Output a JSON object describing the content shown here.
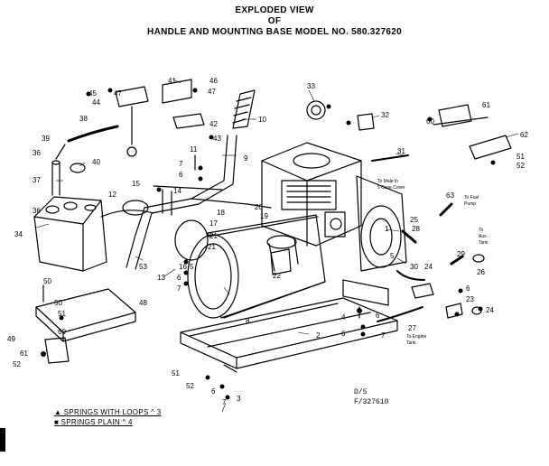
{
  "header": {
    "line1": "EXPLODED VIEW",
    "line2": "OF",
    "line3": "HANDLE AND MOUNTING BASE     MODEL NO. 580.327620"
  },
  "callouts": {
    "c1": "1",
    "c2": "2",
    "c3": "3",
    "c4": "4",
    "c5": "5",
    "c6": "6",
    "c7": "7",
    "c8": "8",
    "c9": "9",
    "c10": "10",
    "c11": "11",
    "c12": "12",
    "c13": "13",
    "c14": "14",
    "c15": "15",
    "c16": "16",
    "c17": "17",
    "c18": "18",
    "c19": "19",
    "c20": "20",
    "c21": "21",
    "c22": "22",
    "c23": "23",
    "c24": "24",
    "c25": "25",
    "c26": "26",
    "c27": "27",
    "c28": "28",
    "c29": "29",
    "c30": "30",
    "c31": "31",
    "c32": "32",
    "c33": "33",
    "c34": "34",
    "c36": "36",
    "c37": "37",
    "c38": "38",
    "c39": "39",
    "c40": "40",
    "c41": "41",
    "c42": "42",
    "c43": "43",
    "c44": "44",
    "c45": "45",
    "c46": "46",
    "c47": "47",
    "c48": "48",
    "c49": "49",
    "c50": "50",
    "c51": "51",
    "c52": "52",
    "c53": "53",
    "c60": "60",
    "c61": "61",
    "c62": "62",
    "c63": "63"
  },
  "notes": {
    "to_male": "To Male In",
    "case_cover": "5 Case Cover",
    "to_fuel": "To Fuel",
    "pump": "Pump",
    "to_aux": "To",
    "aux_tank": "Aux.",
    "tank1": "Tank",
    "to_engine": "To Engine",
    "tank2": "Tank"
  },
  "legend": {
    "loops": "▲ SPRINGS  WITH  LOOPS  ^ 3",
    "plain": "■  SPRINGS  PLAIN  ^ 4"
  },
  "reference": {
    "line1": "D/5",
    "line2": "F/327610"
  }
}
